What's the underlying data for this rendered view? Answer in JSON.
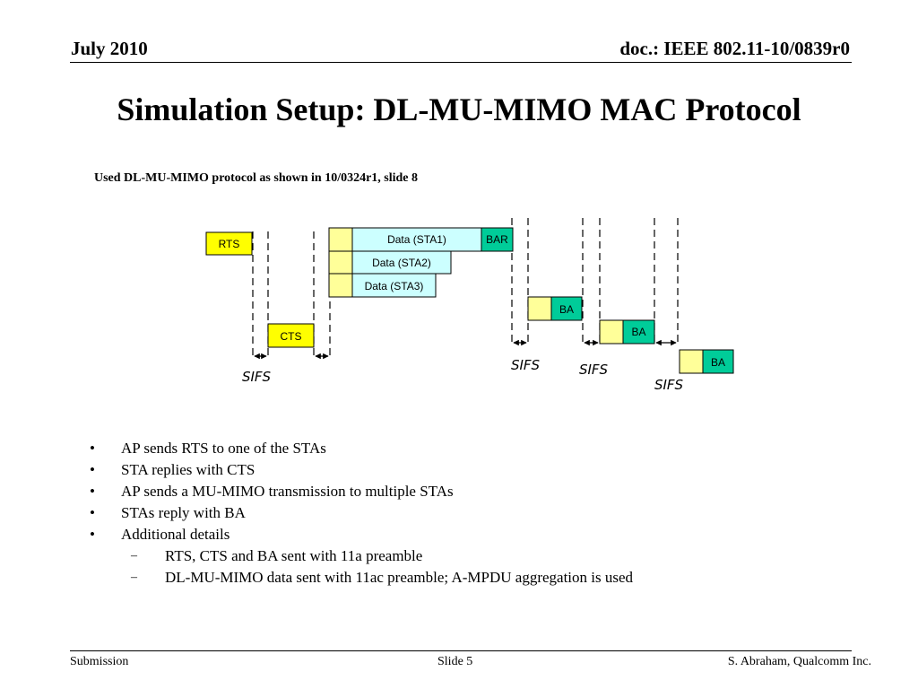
{
  "header": {
    "date": "July 2010",
    "doc_id": "doc.: IEEE 802.11-10/0839r0"
  },
  "title": "Simulation Setup: DL-MU-MIMO MAC Protocol",
  "subtitle": "Used DL-MU-MIMO protocol as shown in 10/0324r1, slide 8",
  "diagram": {
    "rts": "RTS",
    "cts": "CTS",
    "data_sta1": "Data (STA1)",
    "data_sta2": "Data (STA2)",
    "data_sta3": "Data (STA3)",
    "bar": "BAR",
    "ba": "BA",
    "sifs": "SIFS",
    "colors": {
      "rts_cts": "#ffff00",
      "preamble": "#ffff99",
      "data": "#ccffff",
      "bar_ba": "#00cc99"
    }
  },
  "bullets": [
    "AP sends RTS to one of the STAs",
    "STA replies with CTS",
    "AP sends a MU-MIMO transmission to multiple STAs",
    "STAs reply with BA",
    "Additional details"
  ],
  "sub_bullets": [
    "RTS, CTS and BA sent with 11a preamble",
    "DL-MU-MIMO data sent with 11ac preamble; A-MPDU aggregation is used"
  ],
  "footer": {
    "left": "Submission",
    "center": "Slide 5",
    "right": "S. Abraham, Qualcomm Inc."
  }
}
